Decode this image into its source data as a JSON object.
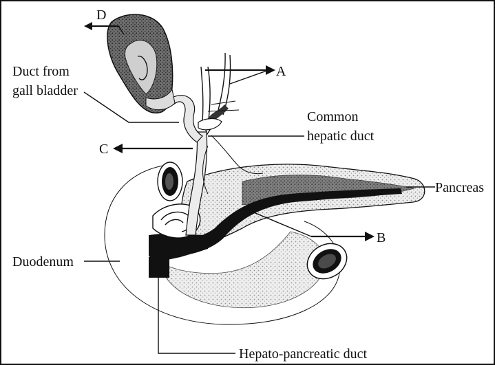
{
  "labels": {
    "a": "A",
    "b": "B",
    "c": "C",
    "d": "D",
    "duct_from_gall_bladder_line1": "Duct from",
    "duct_from_gall_bladder_line2": "gall bladder",
    "common_hepatic_duct_line1": "Common",
    "common_hepatic_duct_line2": "hepatic duct",
    "pancreas": "Pancreas",
    "duodenum": "Duodenum",
    "hepato_pancreatic_duct": "Hepato-pancreatic duct"
  },
  "colors": {
    "line": "#111111",
    "dark_fill": "#1a1a1a",
    "stipple_grey": "#bdbdbd",
    "light_grey": "#e6e6e6"
  }
}
